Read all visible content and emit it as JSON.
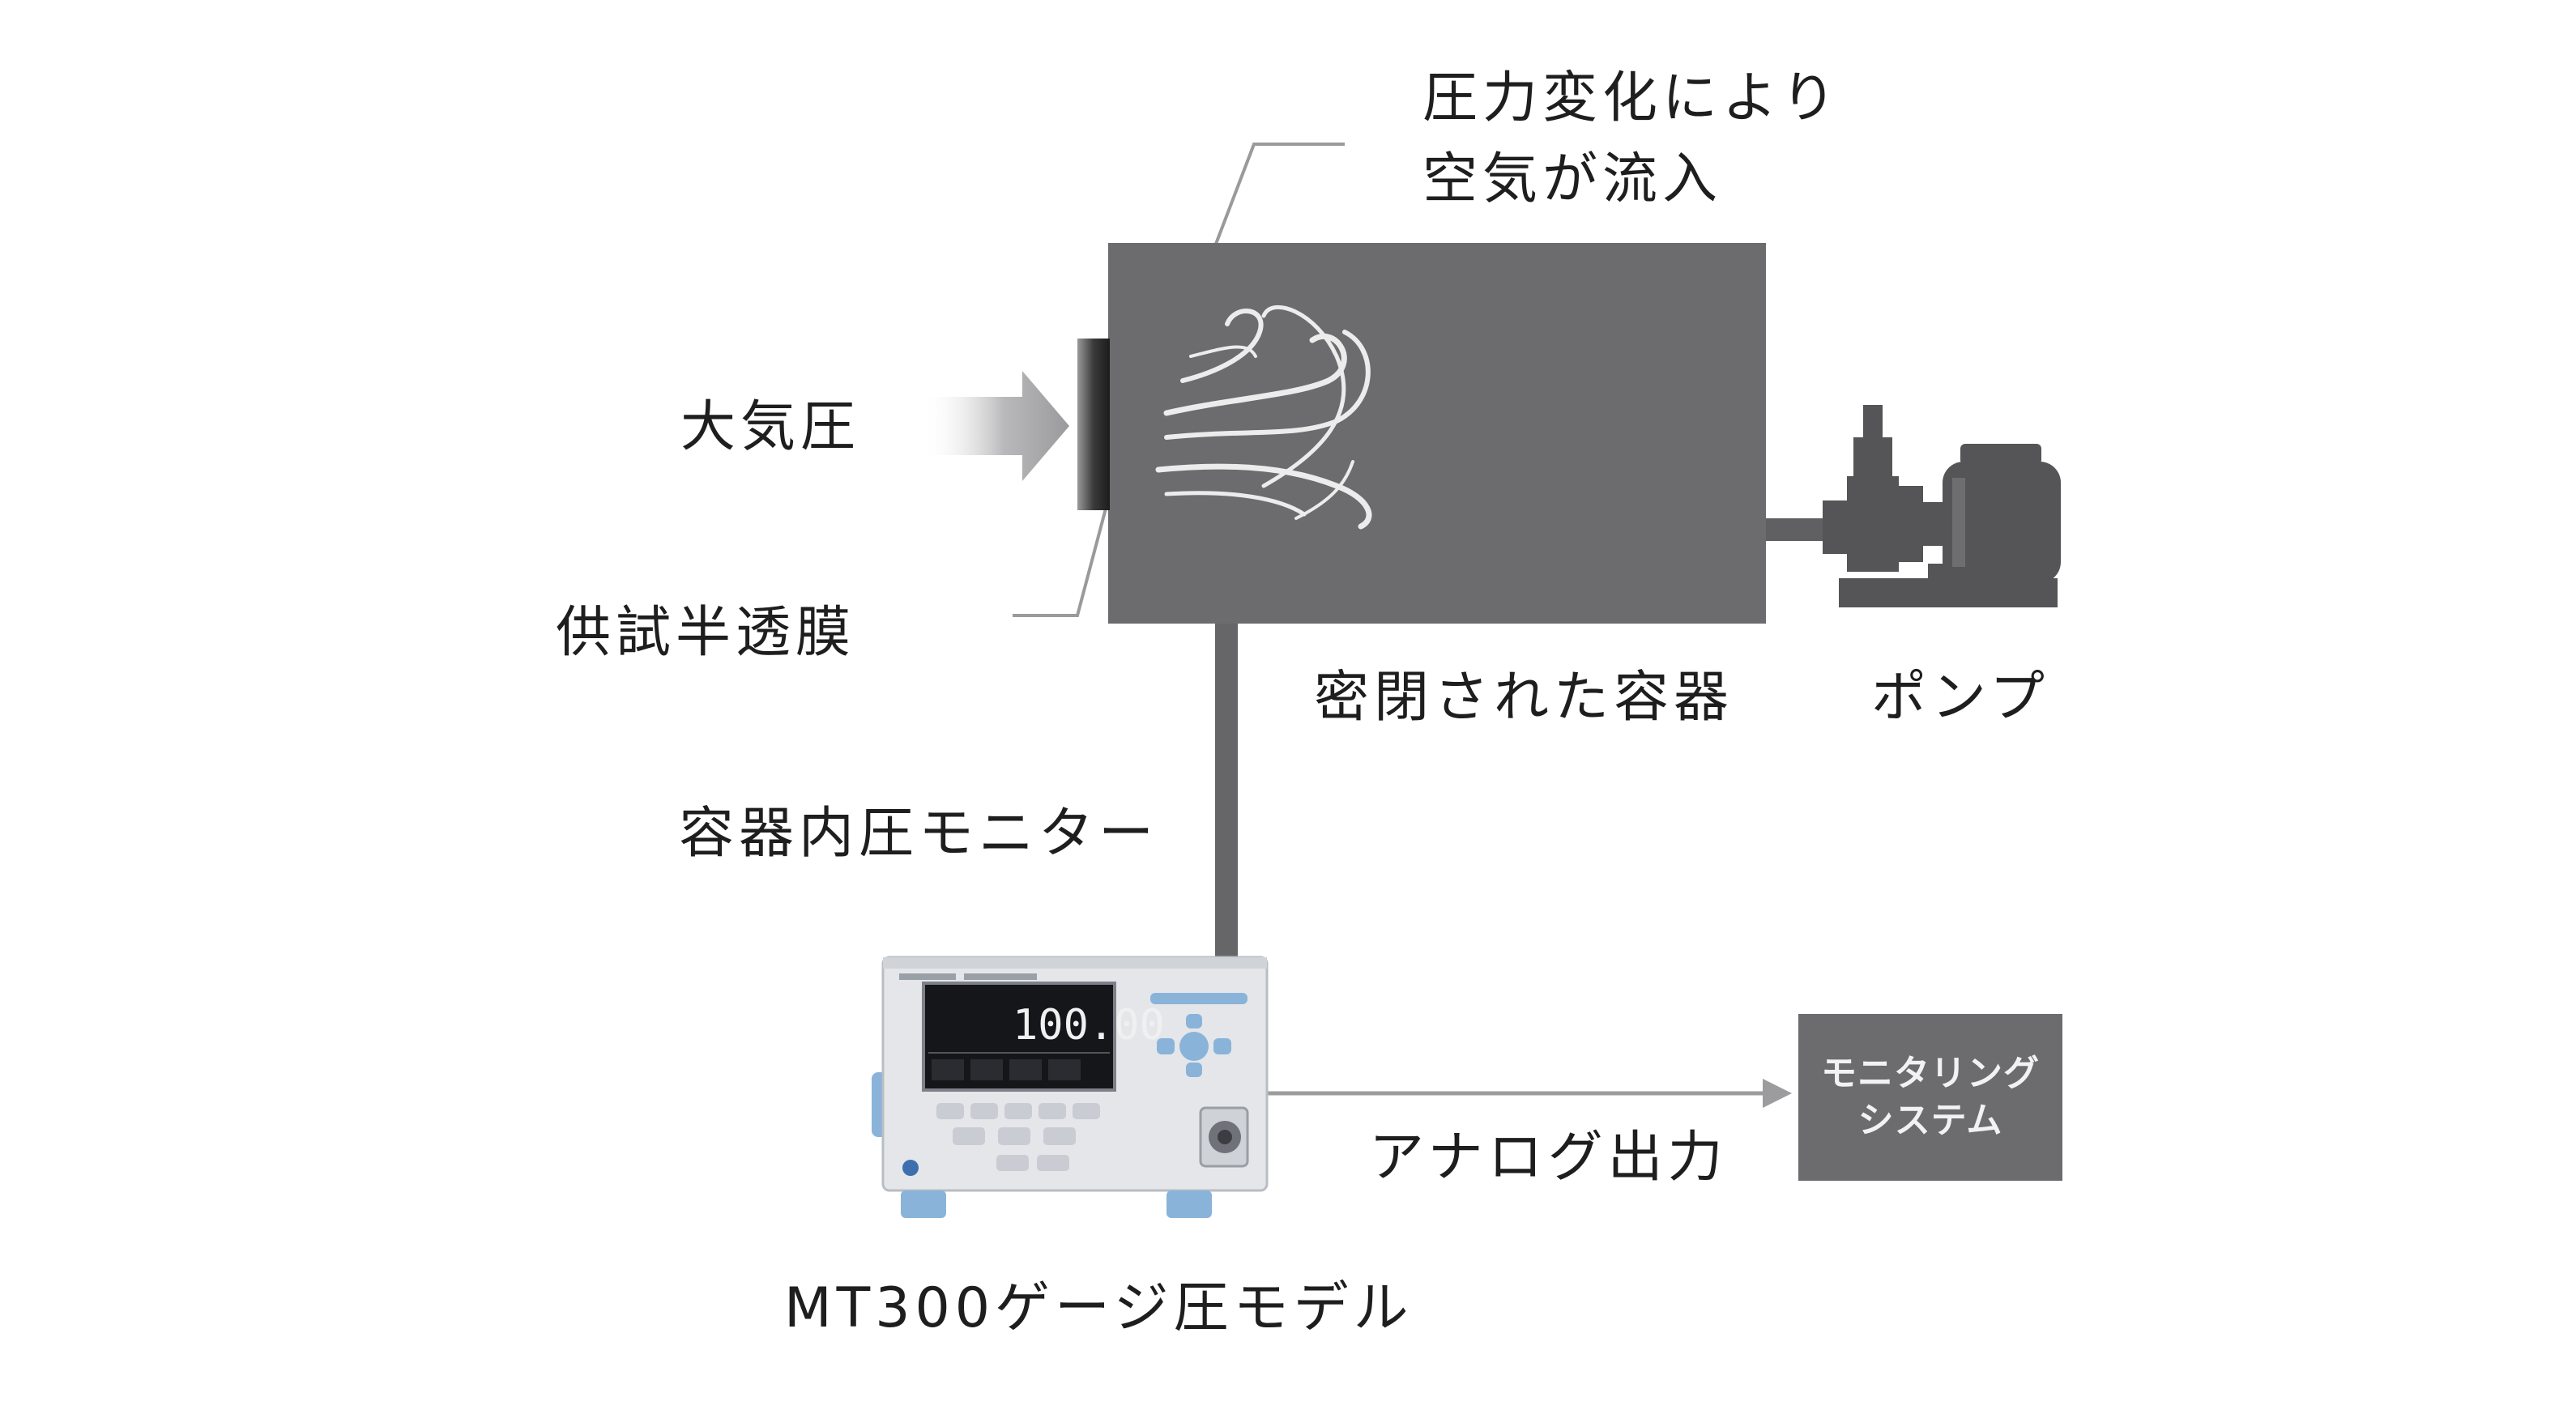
{
  "labels": {
    "air_inflow_line1": "圧力変化により",
    "air_inflow_line2": "空気が流入",
    "atmospheric_pressure": "大気圧",
    "test_membrane": "供試半透膜",
    "sealed_container": "密閉された容器",
    "pump": "ポンプ",
    "container_pressure_monitor": "容器内圧モニター",
    "analog_output": "アナログ出力",
    "device_model": "MT300ゲージ圧モデル",
    "monitoring_system_line1": "モニタリング",
    "monitoring_system_line2": "システム"
  },
  "device": {
    "display_value": "100.00"
  },
  "colors": {
    "container": "#6c6c6e",
    "monitoring_box": "#6c6c6e",
    "device_body": "#e4e6ea",
    "device_accent": "#8ab3d9"
  }
}
